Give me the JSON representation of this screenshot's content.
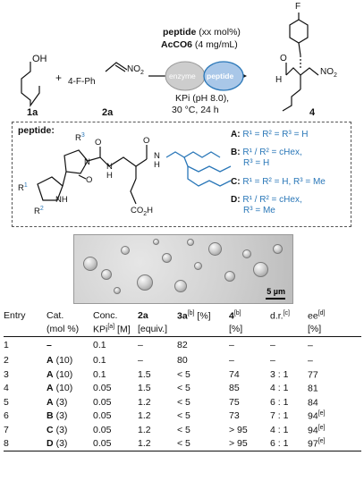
{
  "scheme": {
    "reactant1_label": "1a",
    "reactant1_atom": "OH",
    "plus": "+",
    "reactant2_label": "2a",
    "reactant2_prefix": "4-F-Ph",
    "reactant2_group": "NO",
    "reactant2_sub": "2",
    "reagent_line1_bold": "peptide",
    "reagent_line1_rest": " (xx mol%)",
    "reagent_line2_bold": "AcCO6",
    "reagent_line2_rest": " (4 mg/mL)",
    "enzyme_label": "enzyme",
    "peptide_circle_label": "peptide",
    "conditions_line1": "KPi (pH 8.0),",
    "conditions_line2": "30 °C, 24 h",
    "product_label": "4",
    "product_F": "F",
    "product_O": "O",
    "product_H": "H",
    "product_NO2": "NO",
    "product_NO2_sub": "2"
  },
  "peptide_box": {
    "title": "peptide:",
    "atoms": {
      "R3": "R",
      "R3_sup": "3",
      "N": "N",
      "NH1": "N",
      "H1": "H",
      "NH2": "N",
      "H2": "H",
      "O1": "O",
      "O2": "O",
      "O3": "O",
      "R1": "R",
      "R1_sup": "1",
      "R2": "R",
      "R2_sup": "2",
      "NH3": "NH",
      "CO2H": "CO",
      "CO2H_sub": "2",
      "CO2H_H": "H"
    },
    "legend": [
      {
        "key": "A:",
        "text": "R¹ = R² = R³ = H"
      },
      {
        "key": "B:",
        "text": "R¹ / R² = cHex,",
        "text2": "R³ = H"
      },
      {
        "key": "C:",
        "text": "R¹ = R² = H, R³ = Me"
      },
      {
        "key": "D:",
        "text": "R¹ / R² = cHex,",
        "text2": "R³ = Me"
      }
    ]
  },
  "micrograph": {
    "scale_label": "5 µm"
  },
  "table": {
    "headers_row1": [
      "Entry",
      "Cat.",
      "Conc.",
      "2a",
      "3a",
      "4",
      "d.r.",
      "ee"
    ],
    "headers_sup": {
      "conc": "[a]",
      "3a": "[b]",
      "4": "[b]",
      "dr": "[c]",
      "ee": "[d]"
    },
    "headers_row1_suffix": {
      "3a": " [%]"
    },
    "headers_row2": [
      "",
      "(mol %)",
      "KPi",
      "[equiv.]",
      "",
      "[%]",
      "",
      "[%]"
    ],
    "headers_row2_suffix": {
      "conc": " [M]"
    },
    "rows": [
      {
        "entry": "1",
        "cat": "–",
        "cat_amt": "",
        "conc": "0.1",
        "eq": "–",
        "yield3a": "82",
        "yield4": "–",
        "dr": "–",
        "ee": "–",
        "ee_sup": ""
      },
      {
        "entry": "2",
        "cat": "A",
        "cat_amt": "(10)",
        "conc": "0.1",
        "eq": "–",
        "yield3a": "80",
        "yield4": "–",
        "dr": "–",
        "ee": "–",
        "ee_sup": ""
      },
      {
        "entry": "3",
        "cat": "A",
        "cat_amt": "(10)",
        "conc": "0.1",
        "eq": "1.5",
        "yield3a": "< 5",
        "yield4": "74",
        "dr": "3 : 1",
        "ee": "77",
        "ee_sup": ""
      },
      {
        "entry": "4",
        "cat": "A",
        "cat_amt": "(10)",
        "conc": "0.05",
        "eq": "1.5",
        "yield3a": "< 5",
        "yield4": "85",
        "dr": "4 : 1",
        "ee": "81",
        "ee_sup": ""
      },
      {
        "entry": "5",
        "cat": "A",
        "cat_amt": "(3)",
        "conc": "0.05",
        "eq": "1.2",
        "yield3a": "< 5",
        "yield4": "75",
        "dr": "6 : 1",
        "ee": "84",
        "ee_sup": ""
      },
      {
        "entry": "6",
        "cat": "B",
        "cat_amt": "(3)",
        "conc": "0.05",
        "eq": "1.2",
        "yield3a": "< 5",
        "yield4": "73",
        "dr": "7 : 1",
        "ee": "94",
        "ee_sup": "[e]"
      },
      {
        "entry": "7",
        "cat": "C",
        "cat_amt": "(3)",
        "conc": "0.05",
        "eq": "1.2",
        "yield3a": "< 5",
        "yield4": "> 95",
        "dr": "4 : 1",
        "ee": "94",
        "ee_sup": "[e]"
      },
      {
        "entry": "8",
        "cat": "D",
        "cat_amt": "(3)",
        "conc": "0.05",
        "eq": "1.2",
        "yield3a": "< 5",
        "yield4": "> 95",
        "dr": "6 : 1",
        "ee": "97",
        "ee_sup": "[e]"
      }
    ]
  },
  "colors": {
    "blue": "#2a77b8",
    "grey_circle": "#c9c9c9",
    "blue_circle": "#9fc0e3"
  }
}
